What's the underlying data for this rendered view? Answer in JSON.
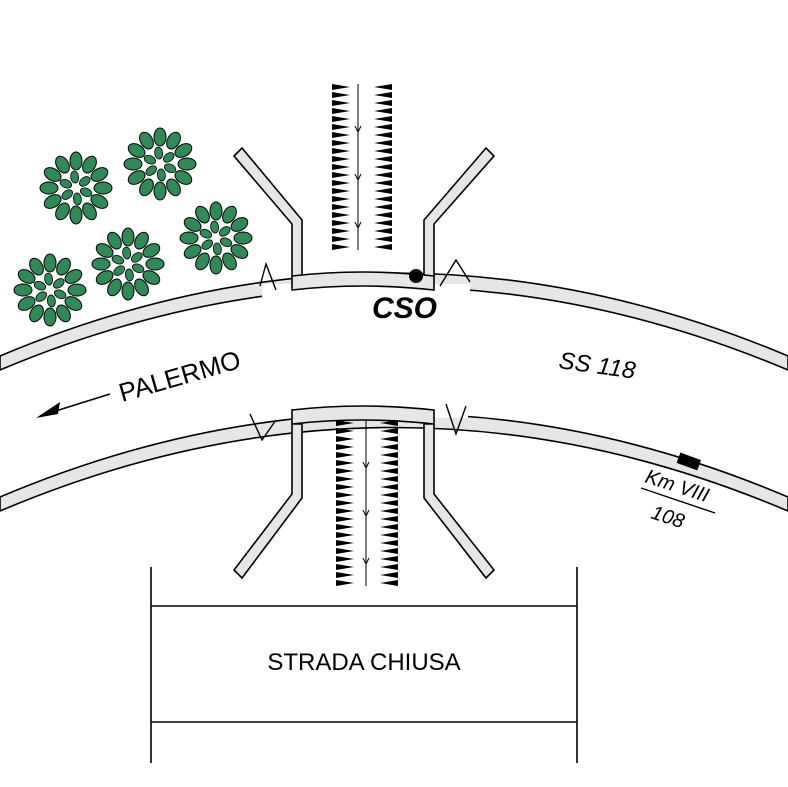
{
  "labels": {
    "station": "CSO",
    "direction_city": "PALERMO",
    "road_name": "SS 118",
    "km_marker": "Km VIII",
    "km_number": "108",
    "closed_road": "STRADA CHIUSA"
  },
  "colors": {
    "line": "#000000",
    "road_fill": "#e6e6e6",
    "tree_fill": "#2e8b57",
    "tree_outline": "#000000",
    "station_dot": "#000000"
  },
  "symbols": {
    "trees": "tree-icon",
    "station": "station-dot",
    "direction": "arrow-left-icon",
    "stream_flow": "flow-arrow-icon"
  }
}
